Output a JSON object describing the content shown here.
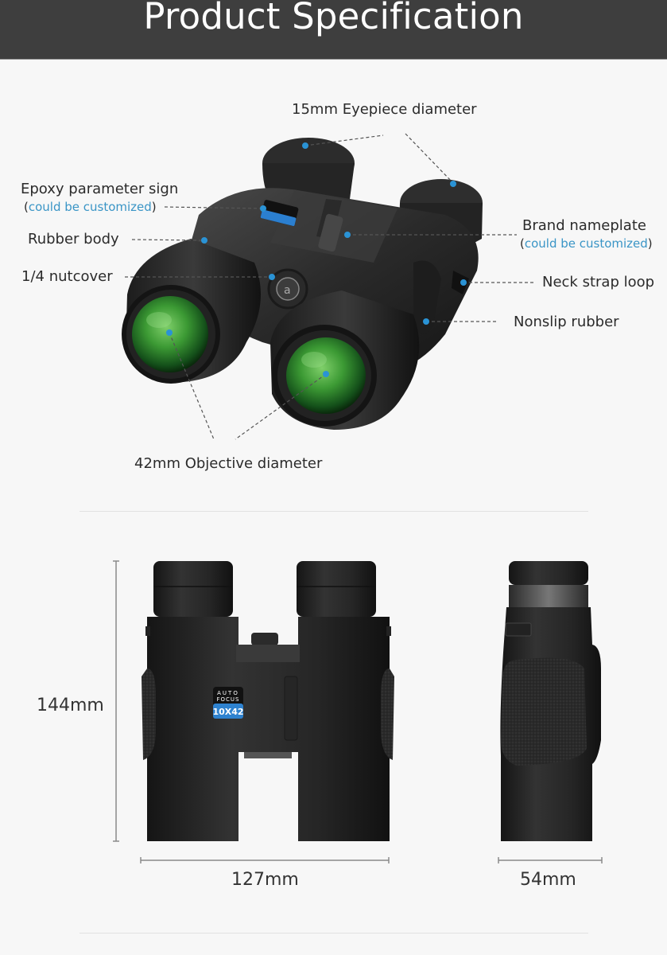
{
  "header": {
    "title": "Product Specification"
  },
  "callouts": {
    "eyepiece": {
      "label": "15mm Eyepiece diameter"
    },
    "epoxy": {
      "label": "Epoxy parameter sign",
      "note_open": "(",
      "note": "could be customized",
      "note_close": ")"
    },
    "rubber_body": {
      "label": "Rubber body"
    },
    "nutcover": {
      "label": "1/4 nutcover"
    },
    "brand": {
      "label": "Brand nameplate",
      "note_open": "(",
      "note": "could be customized",
      "note_close": ")"
    },
    "neck_strap": {
      "label": "Neck strap loop"
    },
    "nonslip": {
      "label": "Nonslip rubber"
    },
    "objective": {
      "label": "42mm Objective diameter"
    }
  },
  "badge": {
    "line1": "AUTO",
    "line2": "FOCUS",
    "model": "10X42"
  },
  "dimensions": {
    "height": "144mm",
    "width": "127mm",
    "depth": "54mm"
  },
  "colors": {
    "header_bg": "#3e3e3e",
    "page_bg": "#f7f7f7",
    "accent_blue": "#2a93d5",
    "note_blue": "#3a95c6",
    "lens_green": "#2f8a2f"
  }
}
